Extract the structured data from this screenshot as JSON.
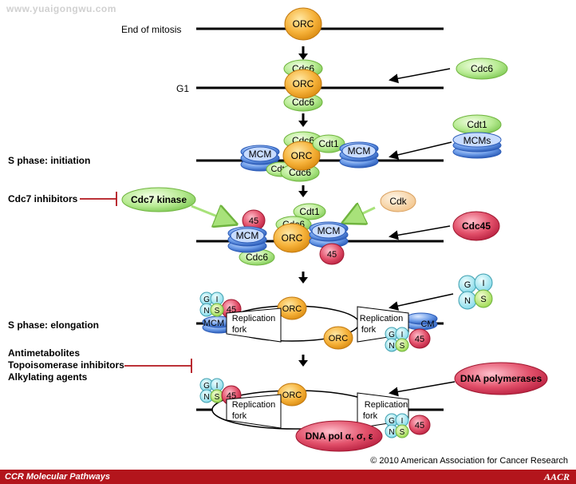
{
  "watermark": "www.yuaigongwu.com",
  "stages": {
    "end_of_mitosis": "End of mitosis",
    "g1": "G1",
    "s_initiation": "S phase: initiation",
    "cdc7_inhibitors": "Cdc7 inhibitors",
    "s_elongation": "S phase: elongation",
    "antimetabolites": "Antimetabolites",
    "topo_inhibitors": "Topoisomerase inhibitors",
    "alkylating": "Alkylating agents"
  },
  "proteins": {
    "orc": "ORC",
    "cdc6": "Cdc6",
    "cdt1": "Cdt1",
    "mcm": "MCM",
    "mcms": "MCMs",
    "cdc7_kinase": "Cdc7 kinase",
    "cdk": "Cdk",
    "cdc45": "Cdc45",
    "n45": "45",
    "g": "G",
    "i": "I",
    "n": "N",
    "s": "S",
    "replication": "Replication",
    "fork": "fork",
    "dna_polymerases": "DNA polymerases",
    "dna_pol": "DNA pol α, σ, ε"
  },
  "colors": {
    "orc": "#f0a020",
    "cdc6": "#9fdc70",
    "mcm": "#4a7fd0",
    "red": "#d93050",
    "cdk": "#f6d5a8",
    "inhibitor_line": "#b3151c",
    "footer": "#b3151c"
  },
  "footer": {
    "journal": "CCR Molecular Pathways",
    "copyright": "© 2010 American Association for Cancer Research",
    "logo": "AACR"
  }
}
